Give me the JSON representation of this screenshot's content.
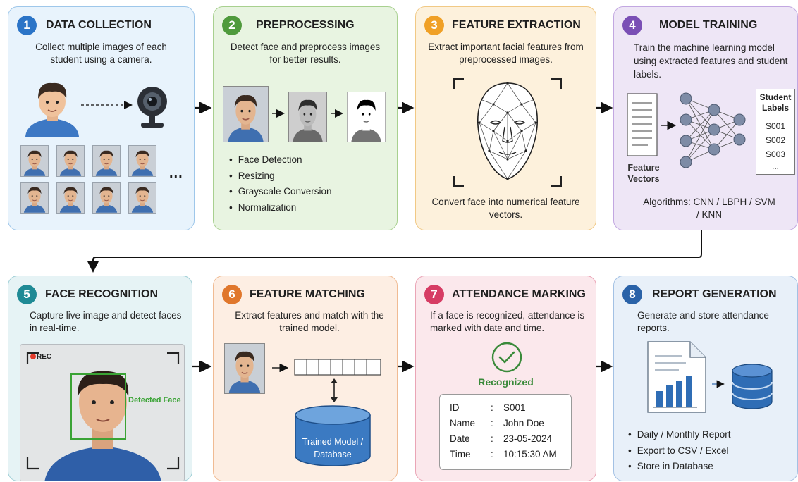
{
  "colors": {
    "step1": "#2b74c7",
    "step2": "#4f9a3c",
    "step3": "#f0a026",
    "step4": "#7a4fb5",
    "step5": "#1f8a95",
    "step6": "#e0772c",
    "step7": "#d63c64",
    "step8": "#2a62a8",
    "detected": "#3aa335",
    "recognized": "#3a8a3a"
  },
  "steps": [
    {
      "number": "1",
      "title": "DATA COLLECTION",
      "description": "Collect multiple images of each student using a camera.",
      "ellipsis": "..."
    },
    {
      "number": "2",
      "title": "PREPROCESSING",
      "description": "Detect face and preprocess images for better results.",
      "bullets": [
        "Face Detection",
        "Resizing",
        "Grayscale Conversion",
        "Normalization"
      ]
    },
    {
      "number": "3",
      "title": "FEATURE EXTRACTION",
      "description": "Extract important facial features from preprocessed images.",
      "footer": "Convert face into numerical feature vectors."
    },
    {
      "number": "4",
      "title": "MODEL TRAINING",
      "description": "Train the machine learning model using extracted features and student labels.",
      "feature_vectors_label": "Feature Vectors",
      "labels_title": "Student Labels",
      "labels": [
        "S001",
        "S002",
        "S003",
        "..."
      ],
      "footer": "Algorithms: CNN / LBPH / SVM / KNN"
    },
    {
      "number": "5",
      "title": "FACE RECOGNITION",
      "description": "Capture live image and detect faces in real-time.",
      "rec_label": "REC",
      "detected_label": "Detected Face"
    },
    {
      "number": "6",
      "title": "FEATURE MATCHING",
      "description": "Extract features and match with the trained model.",
      "database_label": "Trained Model / Database"
    },
    {
      "number": "7",
      "title": "ATTENDANCE MARKING",
      "description": "If a face is recognized, attendance is marked with date and time.",
      "status": "Recognized",
      "record": [
        {
          "key": "ID",
          "value": "S001"
        },
        {
          "key": "Name",
          "value": "John Doe"
        },
        {
          "key": "Date",
          "value": "23-05-2024"
        },
        {
          "key": "Time",
          "value": "10:15:30 AM"
        }
      ]
    },
    {
      "number": "8",
      "title": "REPORT GENERATION",
      "description": "Generate and store attendance reports.",
      "bullets": [
        "Daily / Monthly Report",
        "Export to CSV / Excel",
        "Store in Database"
      ]
    }
  ]
}
